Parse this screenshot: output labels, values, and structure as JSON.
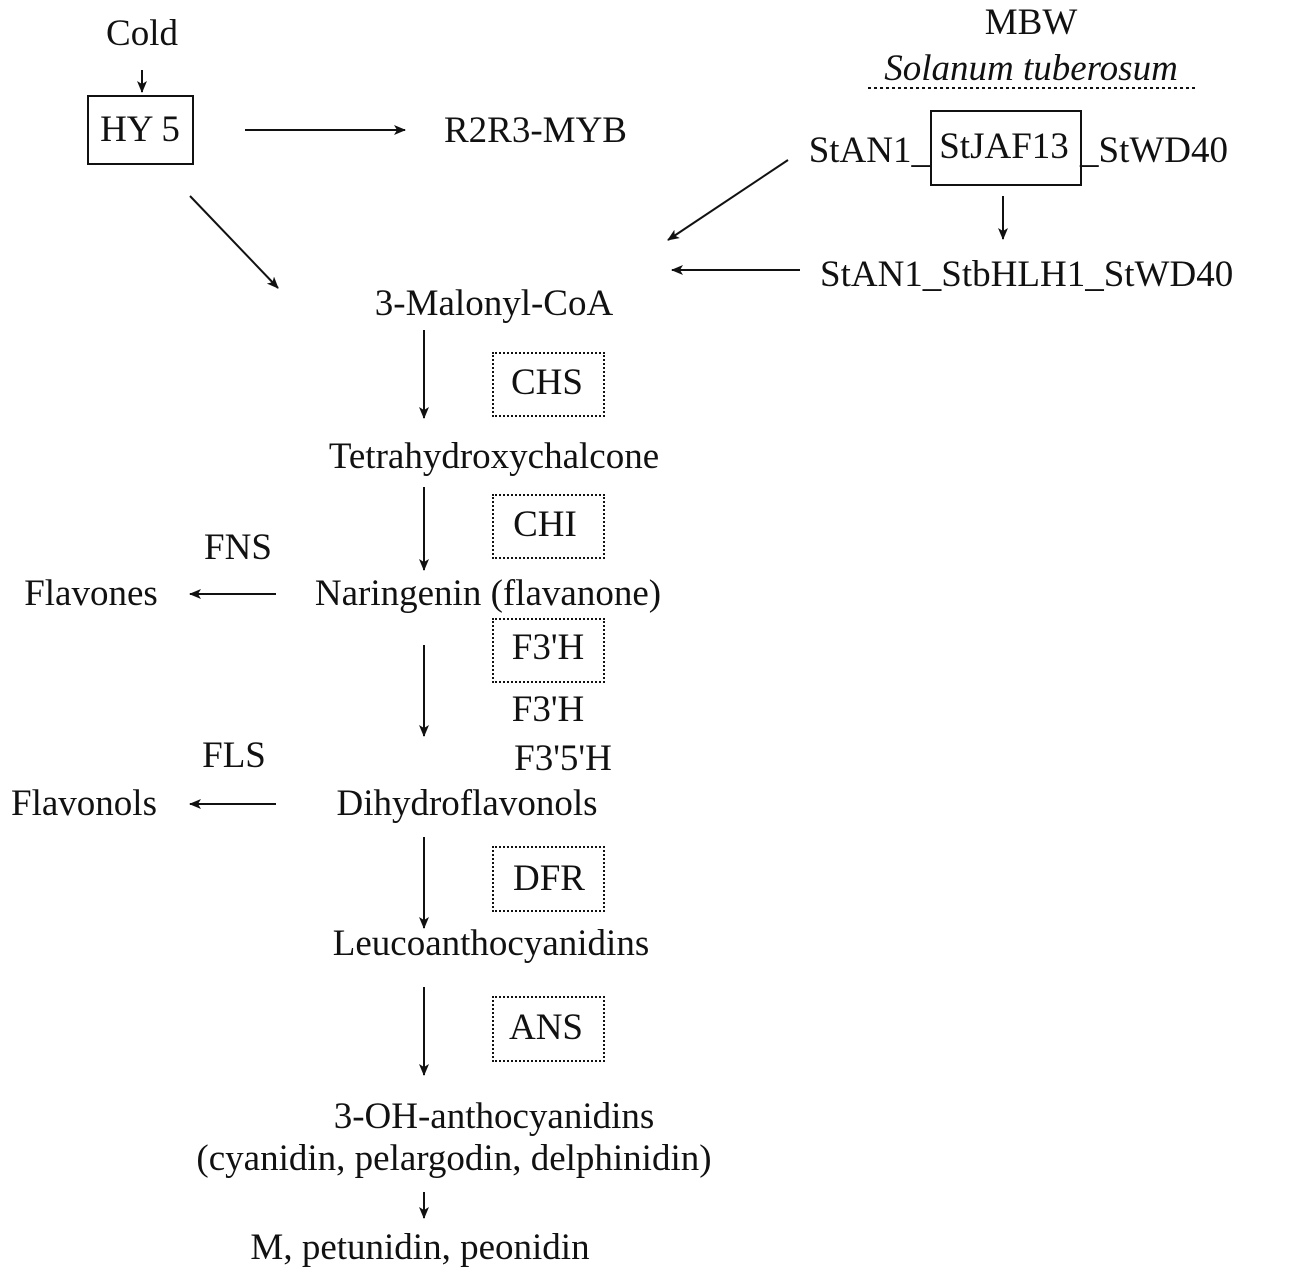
{
  "regulators": {
    "cold": "Cold",
    "hy5": "HY 5",
    "r2r3myb": "R2R3-MYB",
    "mbw": "MBW",
    "species": "Solanum tuberosum",
    "complex1": {
      "left": "StAN1_",
      "mid": "StJAF13",
      "right": "_StWD40"
    },
    "complex2": "StAN1_StbHLH1_StWD40"
  },
  "pathway": {
    "malonyl": "3-Malonyl-CoA",
    "chs": "CHS",
    "tetra": "Tetrahydroxychalcone",
    "chi": "CHI",
    "naringenin": "Naringenin (flavanone)",
    "fns": "FNS",
    "flavones": "Flavones",
    "f3h_box": "F3'H",
    "f3h": "F3'H",
    "f35h": "F3'5'H",
    "dihydro": "Dihydroflavonols",
    "fls": "FLS",
    "flavonols": "Flavonols",
    "dfr": "DFR",
    "leuco": "Leucoanthocyanidins",
    "ans": "ANS",
    "anthocyanidins": "3-OH-anthocyanidins",
    "anthocyanidins_examples": "(cyanidin, pelargodin, delphinidin)",
    "final": "M, petunidin, peonidin"
  }
}
